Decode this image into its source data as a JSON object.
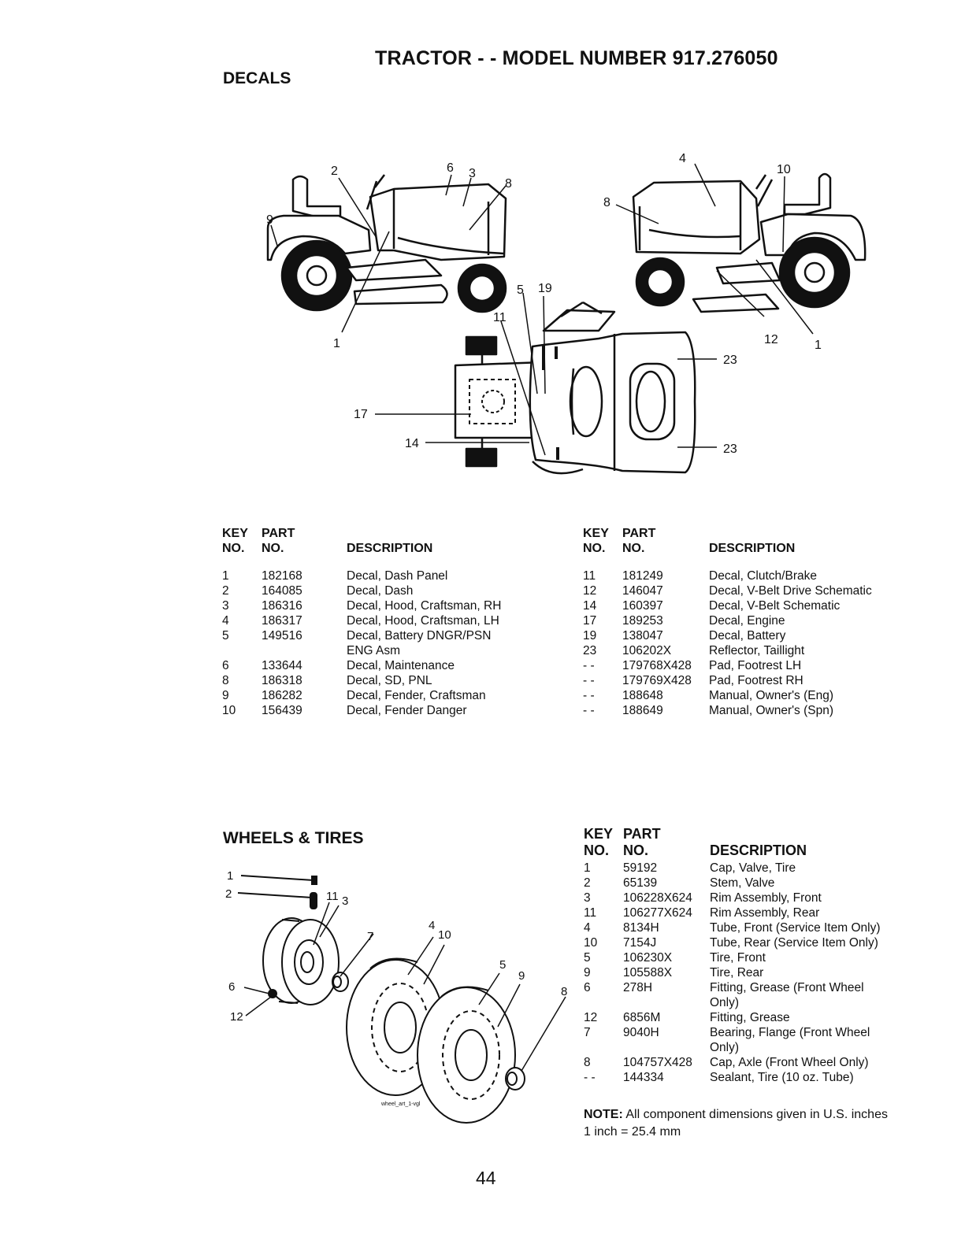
{
  "page_title": "TRACTOR - - MODEL NUMBER 917.276050",
  "decals": {
    "heading": "DECALS",
    "callouts": {
      "left_tractor": [
        "2",
        "6",
        "3",
        "8",
        "9",
        "1"
      ],
      "right_tractor": [
        "4",
        "10",
        "8",
        "12",
        "1"
      ],
      "top_view": [
        "5",
        "19",
        "11",
        "23",
        "23",
        "17",
        "14"
      ]
    },
    "columns": {
      "key_top": "KEY",
      "key_bottom": "NO.",
      "part_top": "PART",
      "part_bottom": "NO.",
      "description": "DESCRIPTION"
    },
    "left_rows": [
      {
        "key": "1",
        "part": "182168",
        "desc": "Decal, Dash Panel"
      },
      {
        "key": "2",
        "part": "164085",
        "desc": "Decal, Dash"
      },
      {
        "key": "3",
        "part": "186316",
        "desc": "Decal, Hood, Craftsman, RH"
      },
      {
        "key": "4",
        "part": "186317",
        "desc": "Decal, Hood, Craftsman, LH"
      },
      {
        "key": "5",
        "part": "149516",
        "desc": "Decal, Battery DNGR/PSN",
        "desc2": "ENG Asm"
      },
      {
        "key": "6",
        "part": "133644",
        "desc": "Decal, Maintenance"
      },
      {
        "key": "8",
        "part": "186318",
        "desc": "Decal, SD, PNL"
      },
      {
        "key": "9",
        "part": "186282",
        "desc": "Decal, Fender, Craftsman"
      },
      {
        "key": "10",
        "part": "156439",
        "desc": "Decal, Fender Danger"
      }
    ],
    "right_rows": [
      {
        "key": "11",
        "part": "181249",
        "desc": "Decal, Clutch/Brake"
      },
      {
        "key": "12",
        "part": "146047",
        "desc": "Decal, V-Belt Drive Schematic"
      },
      {
        "key": "14",
        "part": "160397",
        "desc": "Decal, V-Belt Schematic"
      },
      {
        "key": "17",
        "part": "189253",
        "desc": "Decal, Engine"
      },
      {
        "key": "19",
        "part": "138047",
        "desc": "Decal, Battery"
      },
      {
        "key": "23",
        "part": "106202X",
        "desc": "Reflector, Taillight"
      },
      {
        "key": "- -",
        "part": "179768X428",
        "desc": "Pad, Footrest LH"
      },
      {
        "key": "- -",
        "part": "179769X428",
        "desc": "Pad, Footrest RH"
      },
      {
        "key": "- -",
        "part": "188648",
        "desc": "Manual, Owner's (Eng)"
      },
      {
        "key": "- -",
        "part": "188649",
        "desc": "Manual, Owner's (Spn)"
      }
    ]
  },
  "wheels": {
    "heading": "WHEELS & TIRES",
    "callouts": [
      "1",
      "2",
      "11",
      "3",
      "4",
      "10",
      "7",
      "5",
      "9",
      "6",
      "12",
      "8"
    ],
    "art_label": "wheel_art_1-vgl",
    "columns": {
      "key_top": "KEY",
      "key_bottom": "NO.",
      "part_top": "PART",
      "part_bottom": "NO.",
      "description": "DESCRIPTION"
    },
    "rows": [
      {
        "key": "1",
        "part": "59192",
        "desc": "Cap, Valve, Tire"
      },
      {
        "key": "2",
        "part": "65139",
        "desc": "Stem, Valve"
      },
      {
        "key": "3",
        "part": "106228X624",
        "desc": "Rim Assembly, Front"
      },
      {
        "key": "11",
        "part": "106277X624",
        "desc": "Rim Assembly, Rear"
      },
      {
        "key": "4",
        "part": "8134H",
        "desc": "Tube, Front (Service Item Only)"
      },
      {
        "key": "10",
        "part": "7154J",
        "desc": "Tube, Rear (Service Item Only)"
      },
      {
        "key": "5",
        "part": "106230X",
        "desc": "Tire, Front"
      },
      {
        "key": "9",
        "part": "105588X",
        "desc": "Tire, Rear"
      },
      {
        "key": "6",
        "part": "278H",
        "desc": "Fitting, Grease (Front Wheel",
        "desc2": "Only)"
      },
      {
        "key": "12",
        "part": "6856M",
        "desc": "Fitting, Grease"
      },
      {
        "key": "7",
        "part": "9040H",
        "desc": "Bearing, Flange (Front Wheel",
        "desc2": "Only)"
      },
      {
        "key": "8",
        "part": "104757X428",
        "desc": "Cap, Axle (Front Wheel Only)"
      },
      {
        "key": "- -",
        "part": "144334",
        "desc": "Sealant, Tire (10 oz. Tube)"
      }
    ],
    "note_label": "NOTE:",
    "note_text": " All component dimensions given in U.S. inches",
    "note_line2": "1 inch = 25.4 mm"
  },
  "page_number": "44"
}
